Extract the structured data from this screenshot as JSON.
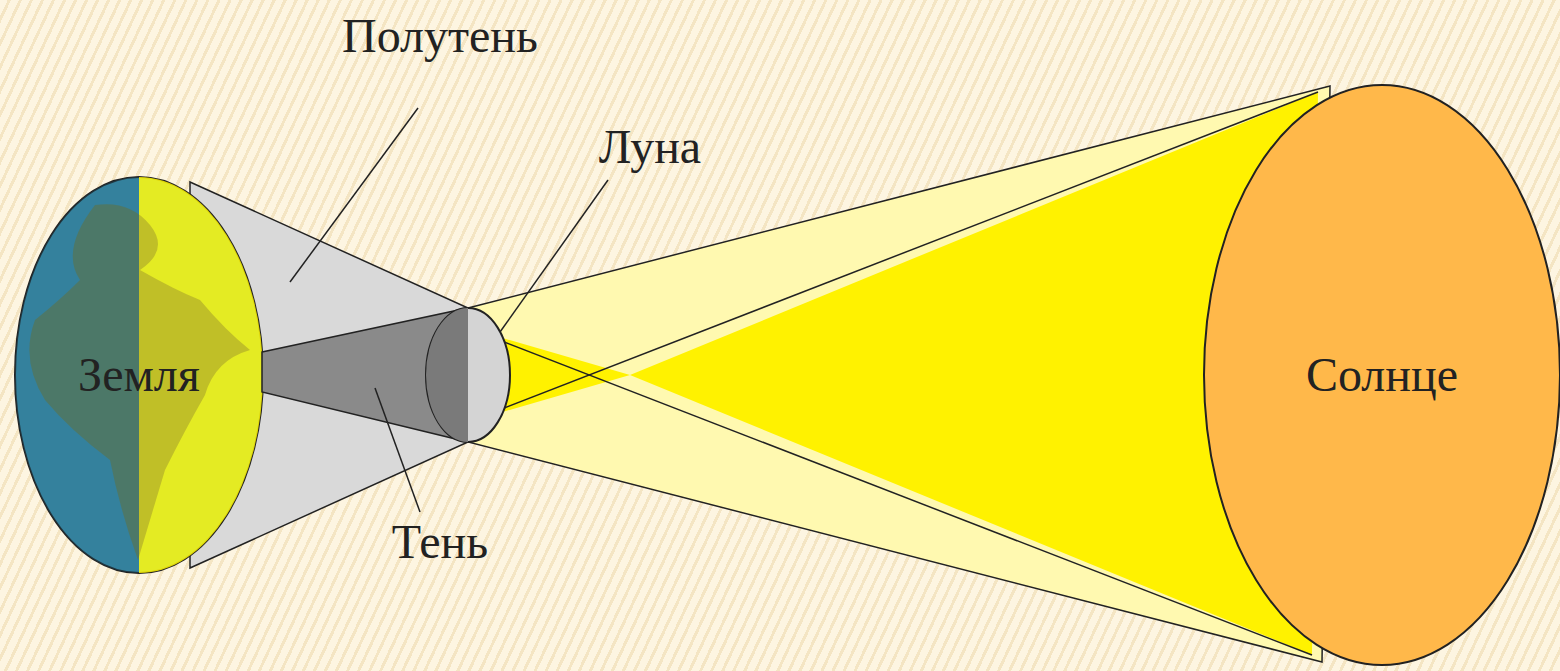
{
  "diagram": {
    "nodes": [
      {
        "text": [
          "Земля"
        ]
      },
      {
        "text": [
          "Солнце"
        ]
      }
    ],
    "labels": [
      "Полутень",
      "Луна",
      "Тень"
    ]
  }
}
